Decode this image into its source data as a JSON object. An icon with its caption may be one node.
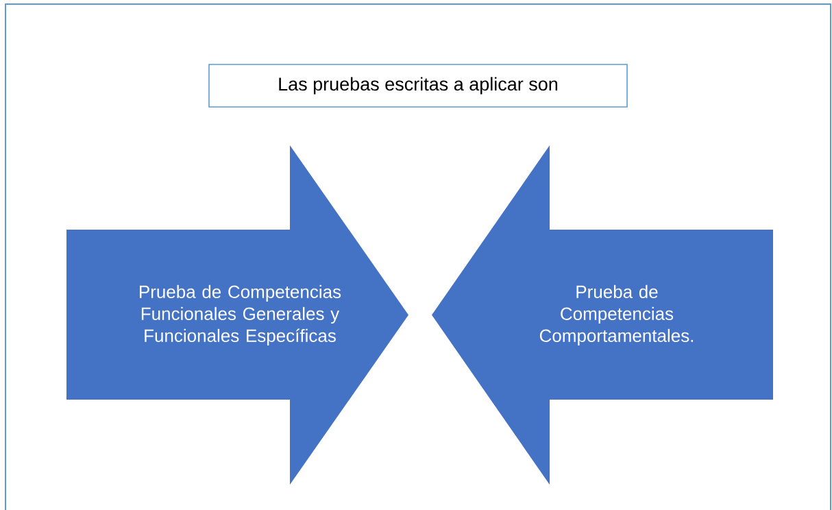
{
  "diagram": {
    "nodes": [
      {
        "text": [
          "Las pruebas escritas a aplicar son"
        ]
      },
      {
        "text": [
          "Prueba de Competencias Funcionales Generales y Funcionales Específicas"
        ]
      },
      {
        "text": [
          "Prueba de Competencias Comportamentales."
        ]
      }
    ]
  }
}
